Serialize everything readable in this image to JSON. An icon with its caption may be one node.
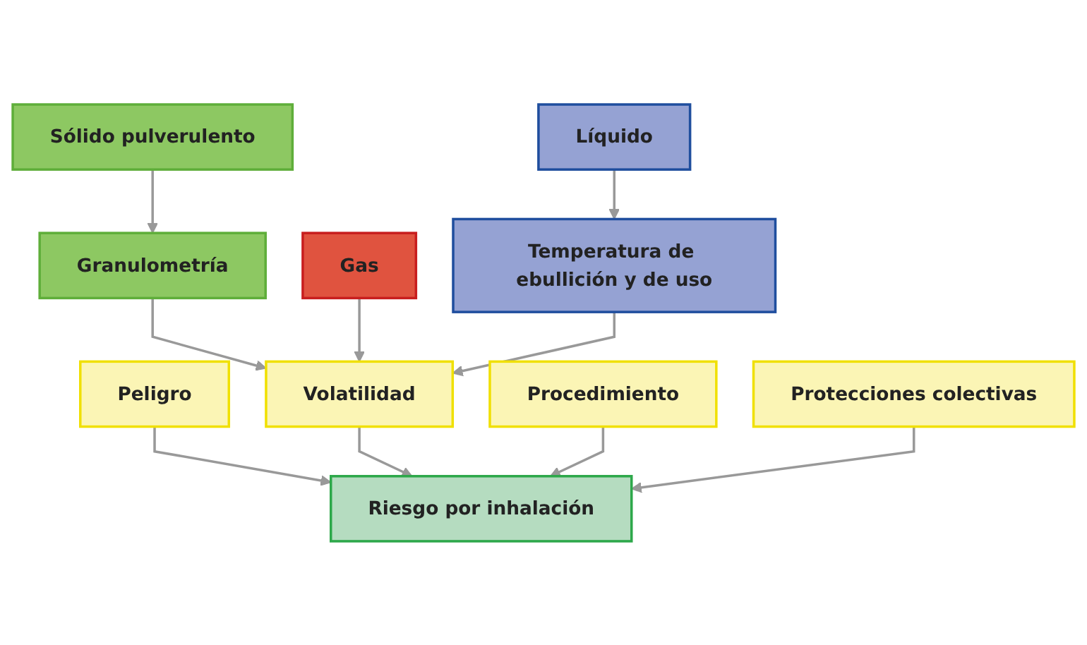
{
  "diagram": {
    "nodes": [
      {
        "text": [
          "Sólido pulverulento"
        ]
      },
      {
        "text": [
          "Gas"
        ]
      },
      {
        "text": [
          "Líquido"
        ]
      },
      {
        "text": [
          "Granulometría"
        ]
      },
      {
        "text": [
          "Temperatura de ebullición y de uso"
        ]
      },
      {
        "text": [
          "Peligro"
        ]
      },
      {
        "text": [
          "Volatilidad"
        ]
      },
      {
        "text": [
          "Procedimiento"
        ]
      },
      {
        "text": [
          "Protecciones colectivas"
        ]
      },
      {
        "text": [
          "Riesgo por inhalación"
        ]
      }
    ],
    "edges": [
      {
        "from": 0,
        "to": 3,
        "arrow": "to"
      },
      {
        "from": 2,
        "to": 4,
        "arrow": "to"
      },
      {
        "from": 3,
        "to": 6,
        "arrow": "to"
      },
      {
        "from": 1,
        "to": 6,
        "arrow": "to"
      },
      {
        "from": 4,
        "to": 6,
        "arrow": "to"
      },
      {
        "from": 5,
        "to": 9,
        "arrow": "to"
      },
      {
        "from": 6,
        "to": 9,
        "arrow": "to"
      },
      {
        "from": 7,
        "to": 9,
        "arrow": "to"
      },
      {
        "from": 8,
        "to": 9,
        "arrow": "to"
      }
    ]
  }
}
